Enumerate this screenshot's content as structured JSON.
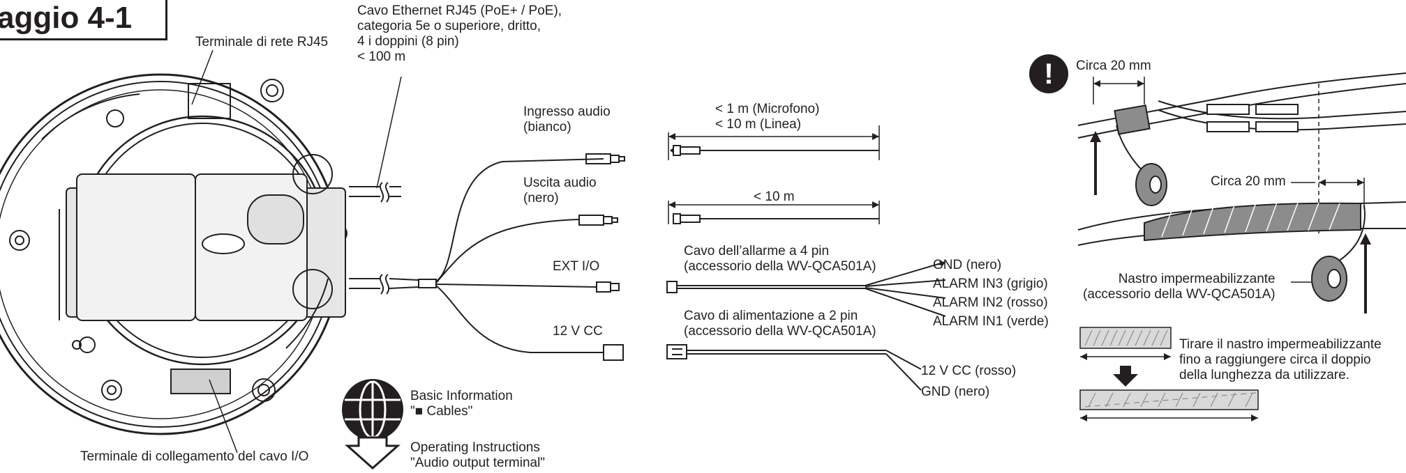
{
  "title": "aggio 4-1",
  "labels": {
    "rj45_terminal": "Terminale di rete RJ45",
    "ethernet_cable": "Cavo Ethernet RJ45 (PoE+ / PoE),\ncategoria 5e o superiore, dritto,\n4 i doppini (8 pin)\n< 100 m",
    "audio_in": "Ingresso audio\n(bianco)",
    "audio_out": "Uscita audio\n(nero)",
    "ext_io": "EXT I/O",
    "dc_12v": "12 V CC",
    "io_terminal": "Terminale di collegamento del cavo I/O",
    "len_audio_in": "< 1 m (Microfono)\n< 10 m (Linea)",
    "len_audio_out": "< 10 m",
    "alarm_cable": "Cavo dell’allarme a 4 pin\n(accessorio della WV-QCA501A)",
    "gnd_black": "GND (nero)",
    "alarm_in3": "ALARM IN3 (grigio)",
    "alarm_in2": "ALARM IN2 (rosso)",
    "alarm_in1": "ALARM IN1 (verde)",
    "power_cable": "Cavo di alimentazione a 2 pin\n(accessorio della WV-QCA501A)",
    "dc_12v_red": "12 V CC (rosso)",
    "gnd_black_2": "GND (nero)",
    "basic_info": "Basic Information\n\"■ Cables\"",
    "operating_instr": "Operating Instructions\n\"Audio output terminal\"",
    "circa_20mm_top": "Circa 20 mm",
    "circa_20mm_mid": "Circa 20 mm",
    "tape": "Nastro impermeabilizzante\n(accessorio della WV-QCA501A)",
    "tape_instr": "Tirare il nastro impermeabilizzante\nfino a raggiungere circa il doppio\ndella lunghezza da utilizzare."
  },
  "icons": {
    "warning": "exclamation-icon",
    "reference": "globe-download-icon"
  },
  "colors": {
    "line": "#231f20",
    "tape": "#8c8c8c",
    "tape_light": "#d9d9d9"
  }
}
